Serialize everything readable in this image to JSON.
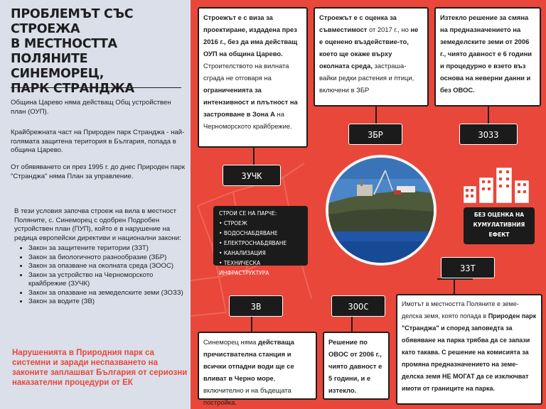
{
  "title_lines": [
    "ПРОБЛЕМЪТ СЪС СТРОЕЖА",
    "В МЕСТНОСТТА ПОЛЯНИТЕ",
    "СИНЕМОРЕЦ,",
    "ПАРК СТРАНДЖА"
  ],
  "intro": [
    "Община Царево няма действащ Общ устройствен план (ОУП).",
    "Крайбрежната част на Природен парк Странджа - най-голямата защитена територия в България, попада в община Царево.",
    "От обявяването си през 1995 г. до днес Природен парк \"Странджа\" няма План за управление."
  ],
  "conditions_text": "В тези условия започва строеж на вила в местност Поляните, с. Синеморец с одобрен Подробен устройствен план (ПУП), който е в нарушение на редица европейски директиви и национални закони:",
  "laws": [
    "Закон за защитените територии (ЗЗТ)",
    "Закон за биологичното разнообразие (ЗБР)",
    "Закон за опазване на околната среда (ЗООС)",
    "Закон за устройство на Черноморското крайбрежие (ЗУЧК)",
    "Закон за опазване на земеделските земи (ЗОЗЗ)",
    "Закон за водите (ЗВ)"
  ],
  "warning": "Нарушенията в Природния парк са системни и заради неспазването на законите заплашват България от сериозни наказателни процедури от ЕК",
  "tags": {
    "zuchk": "ЗУЧК",
    "zbr": "ЗБР",
    "zozz": "ЗОЗЗ",
    "zzt": "ЗЗТ",
    "zv": "ЗВ",
    "zoos": "ЗООС"
  },
  "boxes": {
    "zuchk_1": "Строежът е с виза за проектиране, издадена  през 2016 г., без да има действащ ОУП на община Царево.",
    "zuchk_2": " Строителството на вилната сграда не отговаря на ",
    "zuchk_3": "ограниченията за интензивност и плътност на застрояване в Зона А",
    "zuchk_4": " на Черноморското крайбрежие.",
    "zbr_1": "Строежът е с оценка за съвместимост",
    "zbr_2": " от 2017 г., но ",
    "zbr_3": "не е оценено въздействие-то, което ще окаже върху околната среда,",
    "zbr_4": " застраша-вайки редки растения и птици, включени в ЗБР",
    "zozz": "Изтекло решение за смяна на предназначението на земеделските земи от 2006 г., чиято давност е 6 години и процедурно е взето въз основа на неверни данни и без ОВОС.",
    "zv_1": "Синеморец няма ",
    "zv_2": "действаща пречиствателна станция и всички отпадни води ще се вливат в Черно море",
    "zv_3": ", включително и на бъдещата постройка.",
    "zoos": "Решение по ОВОС от 2006 г., чиято давност е 5 години, и е изтекло.",
    "zzt_1": "Имотът в местността Поляните е земе-делска земя, която попада в ",
    "zzt_2": "Природен парк \"Странджа\" и според заповедта за обявяване на парка трябва да се запази като такава. С решение на комисията за промяна предназначението на земе-делска земя НЕ МОГАТ да се изключват имоти от границите на парка."
  },
  "build_title": "СТРОИ СЕ НА ПАРЧЕ:",
  "build_items": [
    "СТРОЕЖ",
    "ВОДОСНАБДЯВАНЕ",
    "ЕЛЕКТРОСНАБДЯВАНЕ",
    "КАНАЛИЗАЦИЯ",
    "ТЕХНИЧЕСКА ИНФРАСТРУКТУРА"
  ],
  "cumulative": "БЕЗ ОЦЕНКА НА КУМУЛАТИВНИЯ ЕФЕКТ",
  "colors": {
    "accent": "#e9473a",
    "panel": "#dadfe9",
    "dark": "#1b1b1b"
  }
}
